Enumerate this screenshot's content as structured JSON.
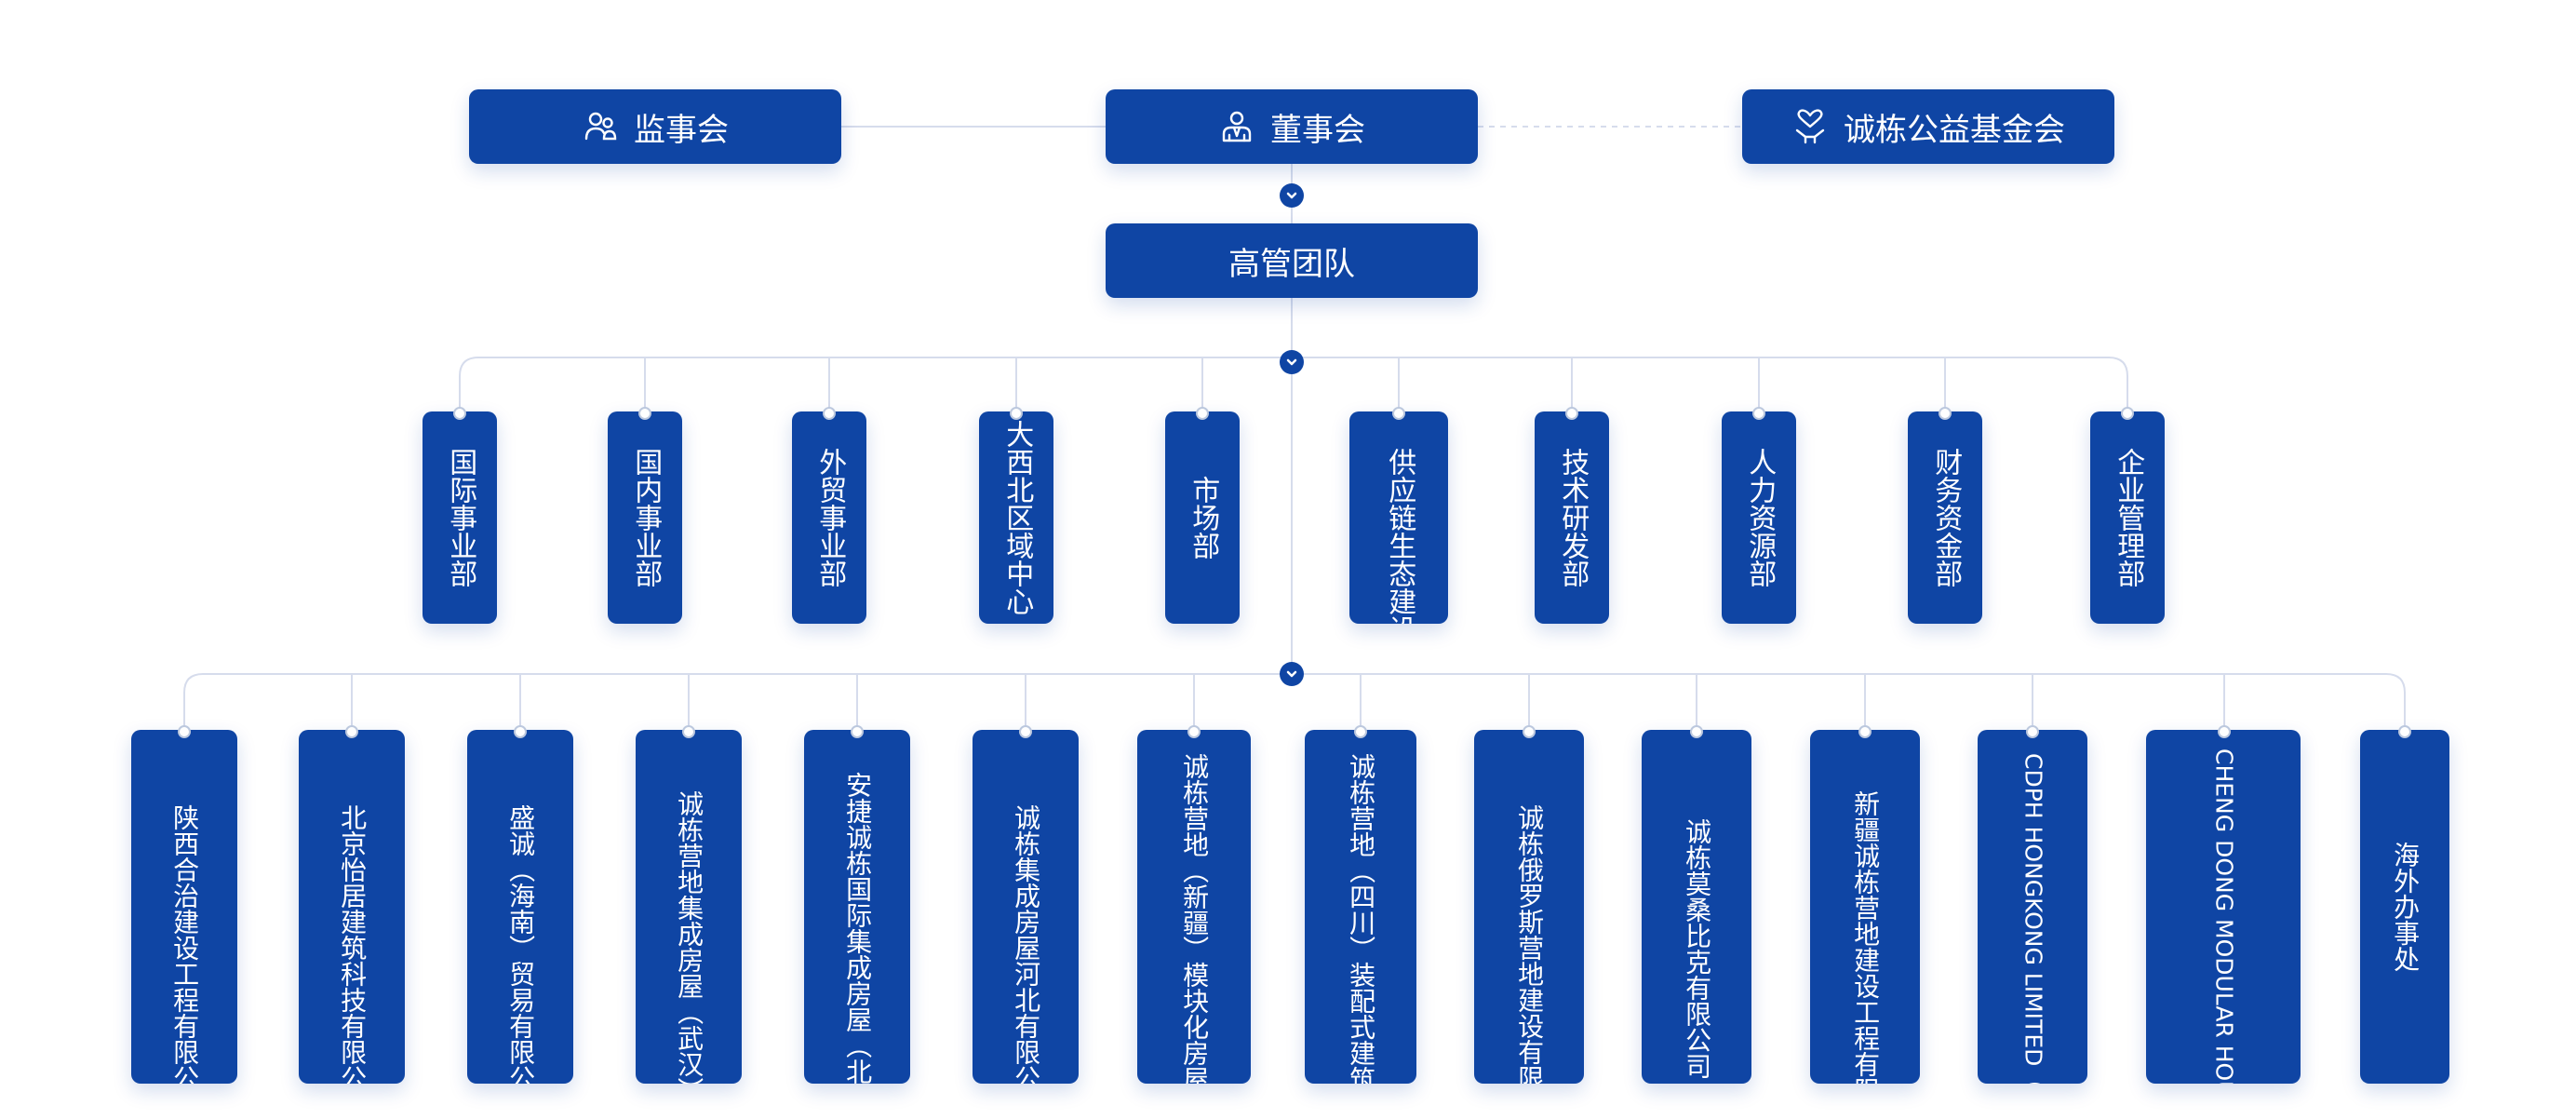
{
  "colors": {
    "box": "#0f45a4",
    "line": "#d6dcec",
    "text": "#ffffff"
  },
  "top_boxes": [
    {
      "label": "监事会",
      "icon": "people-icon"
    },
    {
      "label": "董事会",
      "icon": "person-badge-icon"
    },
    {
      "label": "诚栋公益基金会",
      "icon": "heart-hand-icon"
    }
  ],
  "exec_team": {
    "label": "高管团队"
  },
  "departments": [
    {
      "label": "国际事业部"
    },
    {
      "label": "国内事业部"
    },
    {
      "label": "外贸事业部"
    },
    {
      "label": "大西北区域中心"
    },
    {
      "label": "市场部"
    },
    {
      "label": "供应链生态建设中心"
    },
    {
      "label": "技术研发部"
    },
    {
      "label": "人力资源部"
    },
    {
      "label": "财务资金部"
    },
    {
      "label": "企业管理部"
    }
  ],
  "subsidiaries": [
    {
      "label": "陕西合治建设工程有限公司"
    },
    {
      "label": "北京怡居建筑科技有限公司"
    },
    {
      "label": "盛诚（海南）贸易有限公司"
    },
    {
      "label": "诚栋营地集成房屋（武汉）有限公司"
    },
    {
      "label": "安捷诚栋国际集成房屋（北京）有限公司"
    },
    {
      "label": "诚栋集成房屋河北有限公司"
    },
    {
      "label": "诚栋营地（新疆）模块化房屋制造有限公司"
    },
    {
      "label": "诚栋营地（四川）装配式建筑科技有限公司"
    },
    {
      "label": "诚栋俄罗斯营地建设有限公司"
    },
    {
      "label": "诚栋莫桑比克有限公司"
    },
    {
      "label": "新疆诚栋营地建设工程有限公司"
    },
    {
      "label": "CDPH HONGKONG LIMITED（香港）"
    },
    {
      "label": "CHENG DONG MODULAR HOUSING CONTRACTING-L.L.C-S.P.C（阿布扎比）"
    },
    {
      "label": "海外办事处"
    }
  ]
}
